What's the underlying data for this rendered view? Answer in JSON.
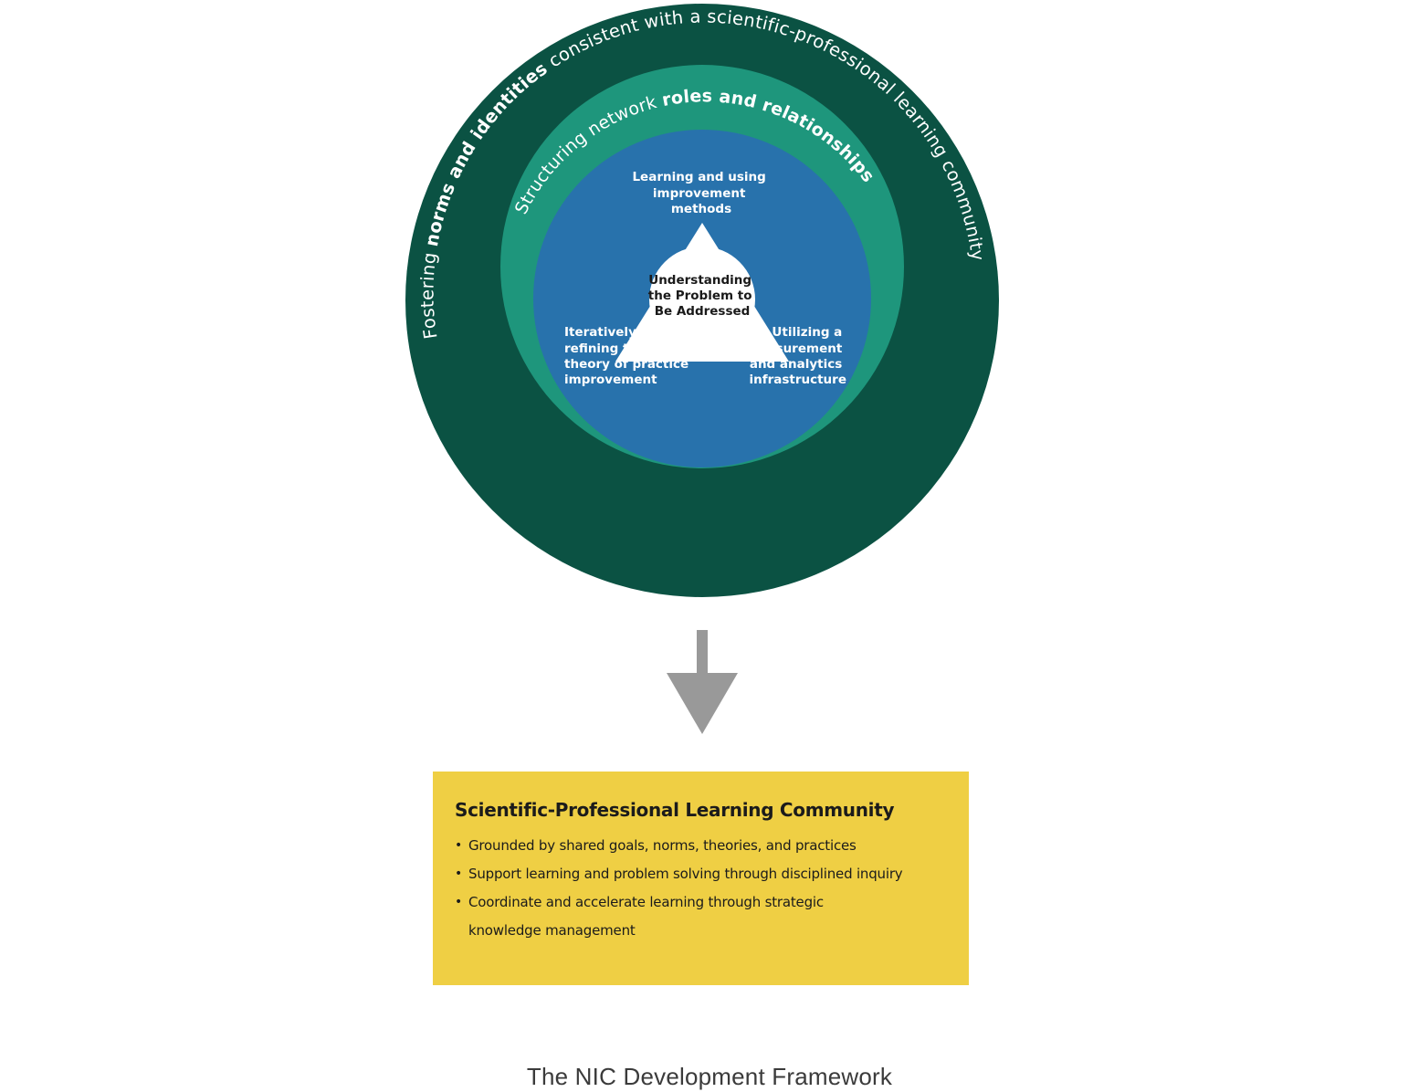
{
  "diagram": {
    "outer_ring": {
      "text_prefix": "Fostering ",
      "text_bold": "norms and identities",
      "text_suffix": " consistent with a scientific-professional learning community",
      "color": "#0b5243"
    },
    "middle_ring": {
      "text_prefix": "Structuring network ",
      "text_bold": "roles and relationships",
      "color": "#1e967c"
    },
    "inner_circle": {
      "color": "#2872ac",
      "top_label": [
        "Learning and using",
        "improvement",
        "methods"
      ],
      "left_label": [
        "Iteratively",
        "refining the",
        "theory of practice",
        "improvement"
      ],
      "right_label": [
        "Utilizing a",
        "measurement",
        "and analytics",
        "infrastructure"
      ]
    },
    "center": {
      "label": [
        "Understanding",
        "the Problem to",
        "Be Addressed"
      ],
      "color": "#ffffff"
    },
    "arrow_color": "#999999"
  },
  "summary": {
    "title": "Scientific-Professional Learning Community",
    "bullet": "•",
    "items": [
      "Grounded by shared goals, norms, theories, and practices",
      "Support learning and problem solving through disciplined inquiry",
      "Coordinate and accelerate learning through strategic knowledge management"
    ],
    "color": "#efcf44"
  },
  "caption": "The NIC Development Framework"
}
